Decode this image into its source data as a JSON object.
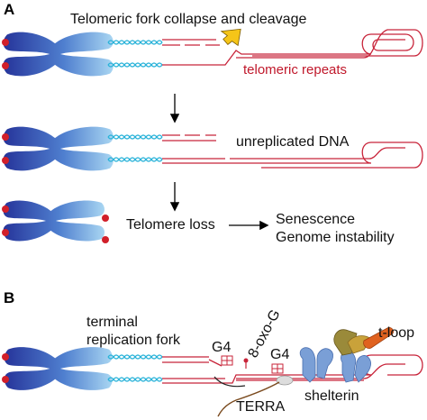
{
  "panels": {
    "a_label": "A",
    "b_label": "B"
  },
  "panel_a": {
    "title": "Telomeric fork collapse and cleavage",
    "telomeric_repeats": "telomeric repeats",
    "unreplicated": "unreplicated DNA",
    "telomere_loss": "Telomere loss",
    "senescence": "Senescence",
    "genome_instability": "Genome instability"
  },
  "panel_b": {
    "terminal": "terminal",
    "replication_fork": "replication fork",
    "g4_left": "G4",
    "oxo": "8-oxo-G",
    "g4_right": "G4",
    "terra": "TERRA",
    "shelterin": "shelterin",
    "tloop": "t-loop"
  },
  "colors": {
    "chromosome_dark": "#2b3a9e",
    "chromosome_light": "#8fc3ea",
    "telomere_cap": "#d11f2a",
    "dna_red": "#c8243a",
    "helix": "#2bb3d9",
    "arrow_yellow": "#f5c518",
    "protein_blue": "#7a9fd6",
    "protein_olive": "#9a8a3a",
    "protein_orange": "#e0621f"
  }
}
